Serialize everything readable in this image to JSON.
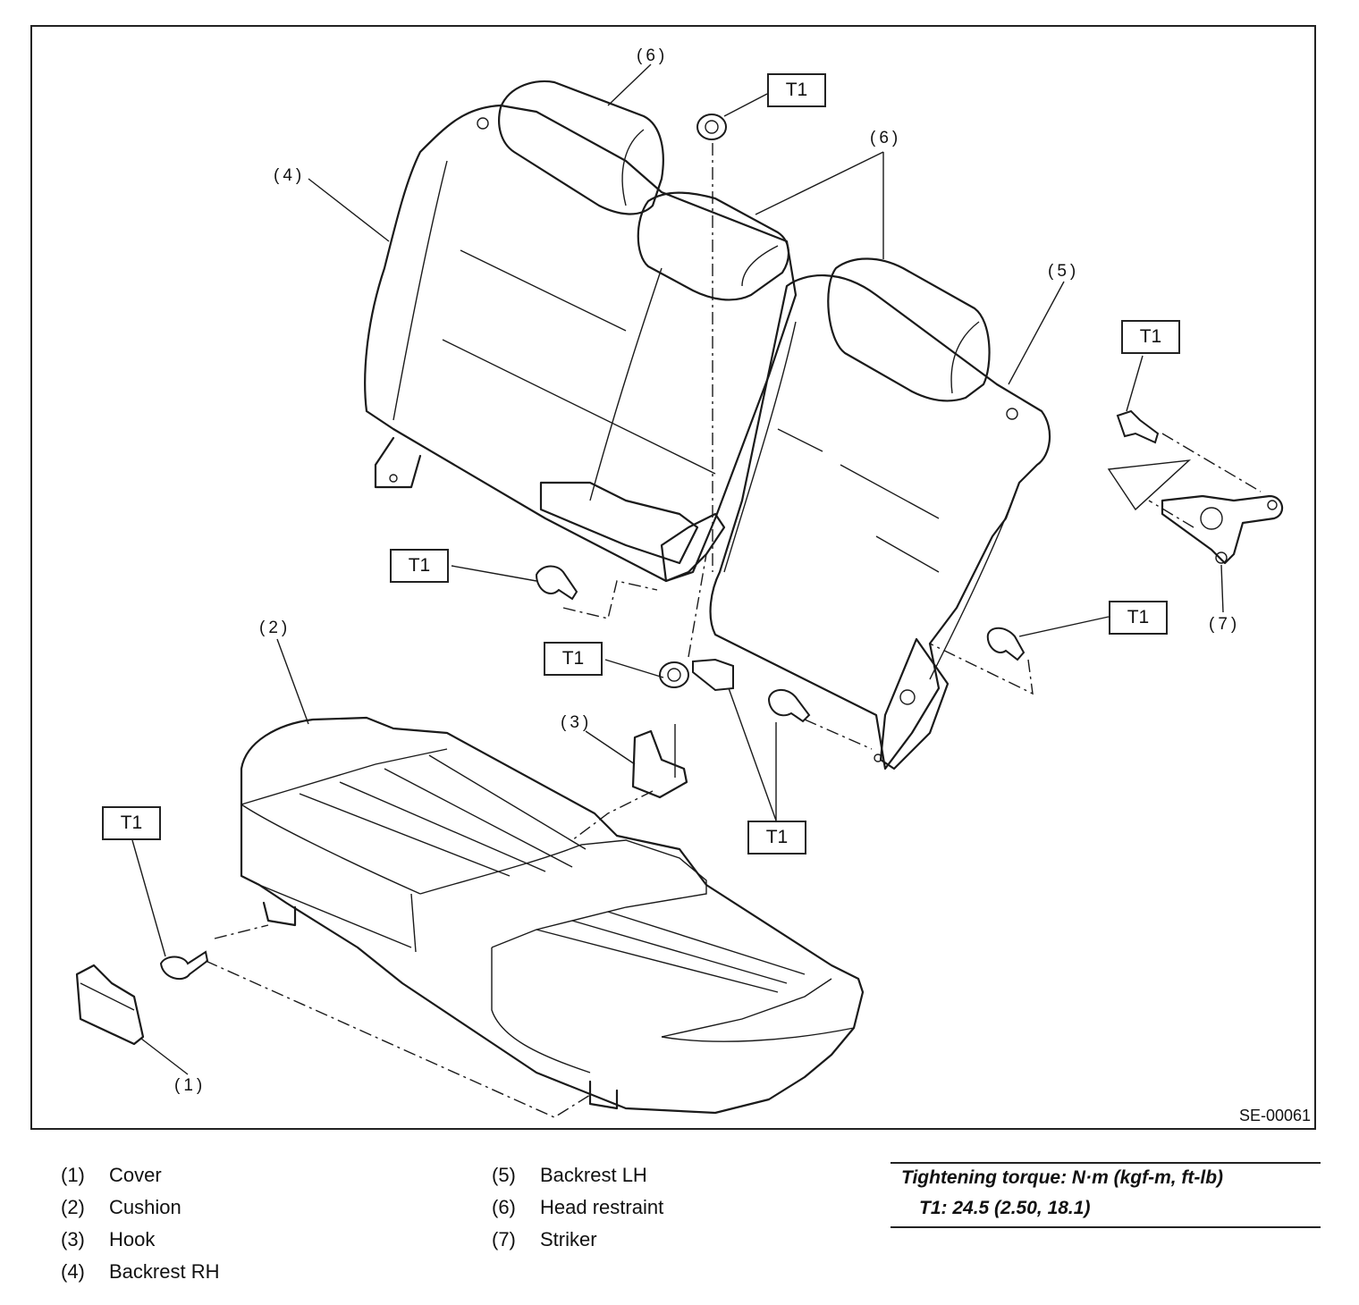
{
  "diagram": {
    "code": "SE-00061",
    "callouts": {
      "c1": "(1)",
      "c2": "(2)",
      "c3": "(3)",
      "c4": "(4)",
      "c5": "(5)",
      "c6a": "(6)",
      "c6b": "(6)",
      "c7": "(7)"
    },
    "torque_tag": "T1"
  },
  "legend": {
    "col1": [
      {
        "num": "(1)",
        "name": "Cover"
      },
      {
        "num": "(2)",
        "name": "Cushion"
      },
      {
        "num": "(3)",
        "name": "Hook"
      },
      {
        "num": "(4)",
        "name": "Backrest RH"
      }
    ],
    "col2": [
      {
        "num": "(5)",
        "name": "Backrest LH"
      },
      {
        "num": "(6)",
        "name": "Head restraint"
      },
      {
        "num": "(7)",
        "name": "Striker"
      }
    ]
  },
  "torque": {
    "heading": "Tightening torque: N·m (kgf-m, ft-lb)",
    "value": "T1:   24.5 (2.50, 18.1)"
  }
}
